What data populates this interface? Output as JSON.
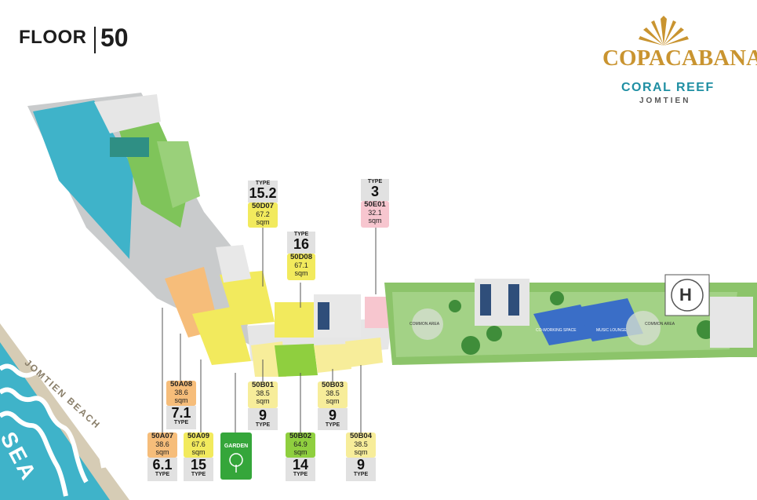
{
  "header": {
    "floor_label": "FLOOR",
    "floor_number": "50"
  },
  "logo": {
    "line1": "COPACABANA",
    "line2": "CORAL REEF",
    "line3": "JOMTIEN"
  },
  "colors": {
    "orange": "#f6bd7a",
    "yellow": "#f2ea5d",
    "light_yellow": "#f7ed9a",
    "green": "#8fcf3f",
    "pink": "#f7c6cf",
    "sea": "#3fb3c9",
    "garden": "#35a63a"
  },
  "units": [
    {
      "code": "50D07",
      "area": "67.2",
      "unit": "sqm",
      "type_label": "TYPE",
      "type": "15.2"
    },
    {
      "code": "50D08",
      "area": "67.1",
      "unit": "sqm",
      "type_label": "TYPE",
      "type": "16"
    },
    {
      "code": "50E01",
      "area": "32.1",
      "unit": "sqm",
      "type_label": "TYPE",
      "type": "3"
    },
    {
      "code": "50A08",
      "area": "38.6",
      "unit": "sqm",
      "type_label": "TYPE",
      "type": "7.1"
    },
    {
      "code": "50A07",
      "area": "38.6",
      "unit": "sqm",
      "type_label": "TYPE",
      "type": "6.1"
    },
    {
      "code": "50A09",
      "area": "67.6",
      "unit": "sqm",
      "type_label": "TYPE",
      "type": "15"
    },
    {
      "code": "50B01",
      "area": "38.5",
      "unit": "sqm",
      "type_label": "TYPE",
      "type": "9"
    },
    {
      "code": "50B02",
      "area": "64.9",
      "unit": "sqm",
      "type_label": "TYPE",
      "type": "14"
    },
    {
      "code": "50B03",
      "area": "38.5",
      "unit": "sqm",
      "type_label": "TYPE",
      "type": "9"
    },
    {
      "code": "50B04",
      "area": "38.5",
      "unit": "sqm",
      "type_label": "TYPE",
      "type": "9"
    }
  ],
  "garden": {
    "label": "GARDEN"
  },
  "helipad": {
    "letter": "H"
  },
  "areas": {
    "co_working": "CO-WORKING SPACE",
    "music": "MUSIC LOUNGE",
    "common_a": "COMMON AREA",
    "common_b": "COMMON AREA"
  },
  "beach": {
    "line1": "JOMTIEN BEACH",
    "line2": "SEA"
  }
}
